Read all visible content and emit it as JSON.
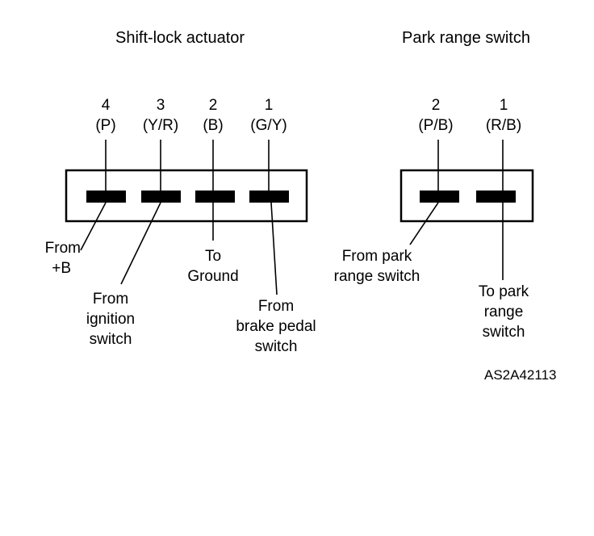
{
  "actuator": {
    "title": "Shift-lock actuator",
    "pins": [
      {
        "number": "4",
        "color": "(P)"
      },
      {
        "number": "3",
        "color": "(Y/R)"
      },
      {
        "number": "2",
        "color": "(B)"
      },
      {
        "number": "1",
        "color": "(G/Y)"
      }
    ],
    "labels": {
      "from_b_line1": "From",
      "from_b_line2": "+B",
      "ignition_line1": "From",
      "ignition_line2": "ignition",
      "ignition_line3": "switch",
      "ground_line1": "To",
      "ground_line2": "Ground",
      "brake_line1": "From",
      "brake_line2": "brake pedal",
      "brake_line3": "switch"
    }
  },
  "park_switch": {
    "title": "Park range switch",
    "pins": [
      {
        "number": "2",
        "color": "(P/B)"
      },
      {
        "number": "1",
        "color": "(R/B)"
      }
    ],
    "labels": {
      "from_line1": "From park",
      "from_line2": "range switch",
      "to_line1": "To park",
      "to_line2": "range",
      "to_line3": "switch"
    }
  },
  "figure_code": "AS2A42113"
}
